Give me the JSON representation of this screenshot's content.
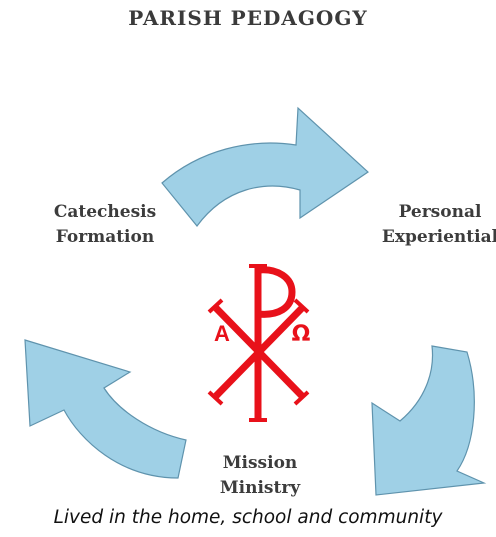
{
  "title": "PARISH PEDAGOGY",
  "stages": {
    "catechesis": {
      "line1": "Catechesis",
      "line2": "Formation"
    },
    "personal": {
      "line1": "Personal",
      "line2": "Experiential"
    },
    "mission": {
      "line1": "Mission",
      "line2": "Ministry"
    }
  },
  "symbol": {
    "alpha": "A",
    "omega": "Ω",
    "rho": "P"
  },
  "caption": "Lived in the home, school and community",
  "colors": {
    "arrow_fill": "#9fd0e6",
    "arrow_stroke": "#5f93ad",
    "symbol": "#e8111a",
    "title": "#3a3a3a"
  }
}
